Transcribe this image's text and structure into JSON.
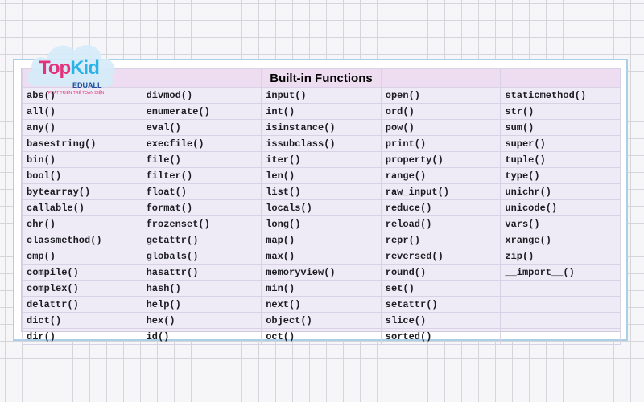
{
  "logo": {
    "brand_part1": "Top",
    "brand_part2": "Kid",
    "sub": "EDUALL",
    "tagline": "PHÁT TRIỂN TRẺ TOÀN DIỆN",
    "colors": {
      "pink": "#e4327b",
      "blue": "#2bb3e8",
      "navy": "#1e4f9a"
    }
  },
  "table": {
    "title": "Built-in Functions",
    "rows": [
      [
        "abs()",
        "divmod()",
        "input()",
        "open()",
        "staticmethod()"
      ],
      [
        "all()",
        "enumerate()",
        "int()",
        "ord()",
        "str()"
      ],
      [
        "any()",
        "eval()",
        "isinstance()",
        "pow()",
        "sum()"
      ],
      [
        "basestring()",
        "execfile()",
        "issubclass()",
        "print()",
        "super()"
      ],
      [
        "bin()",
        "file()",
        "iter()",
        "property()",
        "tuple()"
      ],
      [
        "bool()",
        "filter()",
        "len()",
        "range()",
        "type()"
      ],
      [
        "bytearray()",
        "float()",
        "list()",
        "raw_input()",
        "unichr()"
      ],
      [
        "callable()",
        "format()",
        "locals()",
        "reduce()",
        "unicode()"
      ],
      [
        "chr()",
        "frozenset()",
        "long()",
        "reload()",
        "vars()"
      ],
      [
        "classmethod()",
        "getattr()",
        "map()",
        "repr()",
        "xrange()"
      ],
      [
        "cmp()",
        "globals()",
        "max()",
        "reversed()",
        "zip()"
      ],
      [
        "compile()",
        "hasattr()",
        "memoryview()",
        "round()",
        "__import__()"
      ],
      [
        "complex()",
        "hash()",
        "min()",
        "set()",
        ""
      ],
      [
        "delattr()",
        "help()",
        "next()",
        "setattr()",
        ""
      ],
      [
        "dict()",
        "hex()",
        "object()",
        "slice()",
        ""
      ],
      [
        "dir()",
        "id()",
        "oct()",
        "sorted()",
        ""
      ]
    ]
  },
  "colors": {
    "header_bg": "#eedcf0",
    "table_bg": "#eeebf6",
    "frame_border": "#aacfe6"
  }
}
